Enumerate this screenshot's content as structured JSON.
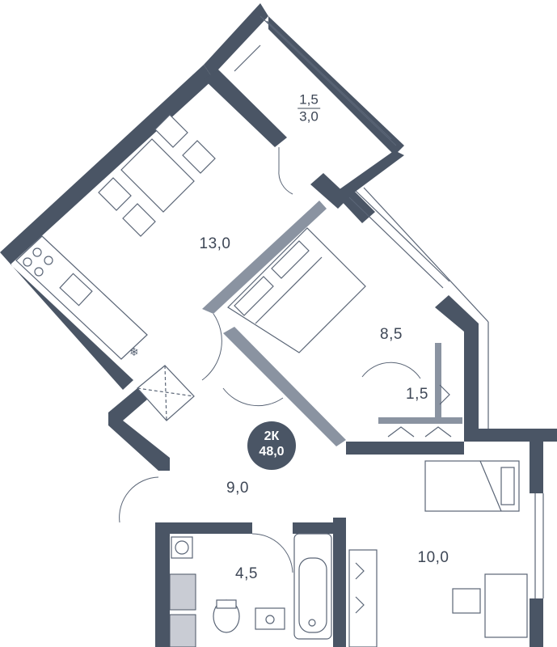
{
  "apartment": {
    "type": "2К",
    "total_area": "48,0"
  },
  "rooms": {
    "kitchen_living": "13,0",
    "bedroom": "8,5",
    "wardrobe": "1,5",
    "hall": "9,0",
    "bathroom": "4,5",
    "bedroom_2": "10,0",
    "balcony_area": "1,5",
    "balcony_area_full": "3,0"
  },
  "colors": {
    "wall": "#4a5565",
    "text": "#3e4756",
    "fill_grey": "#c9ccd4"
  }
}
